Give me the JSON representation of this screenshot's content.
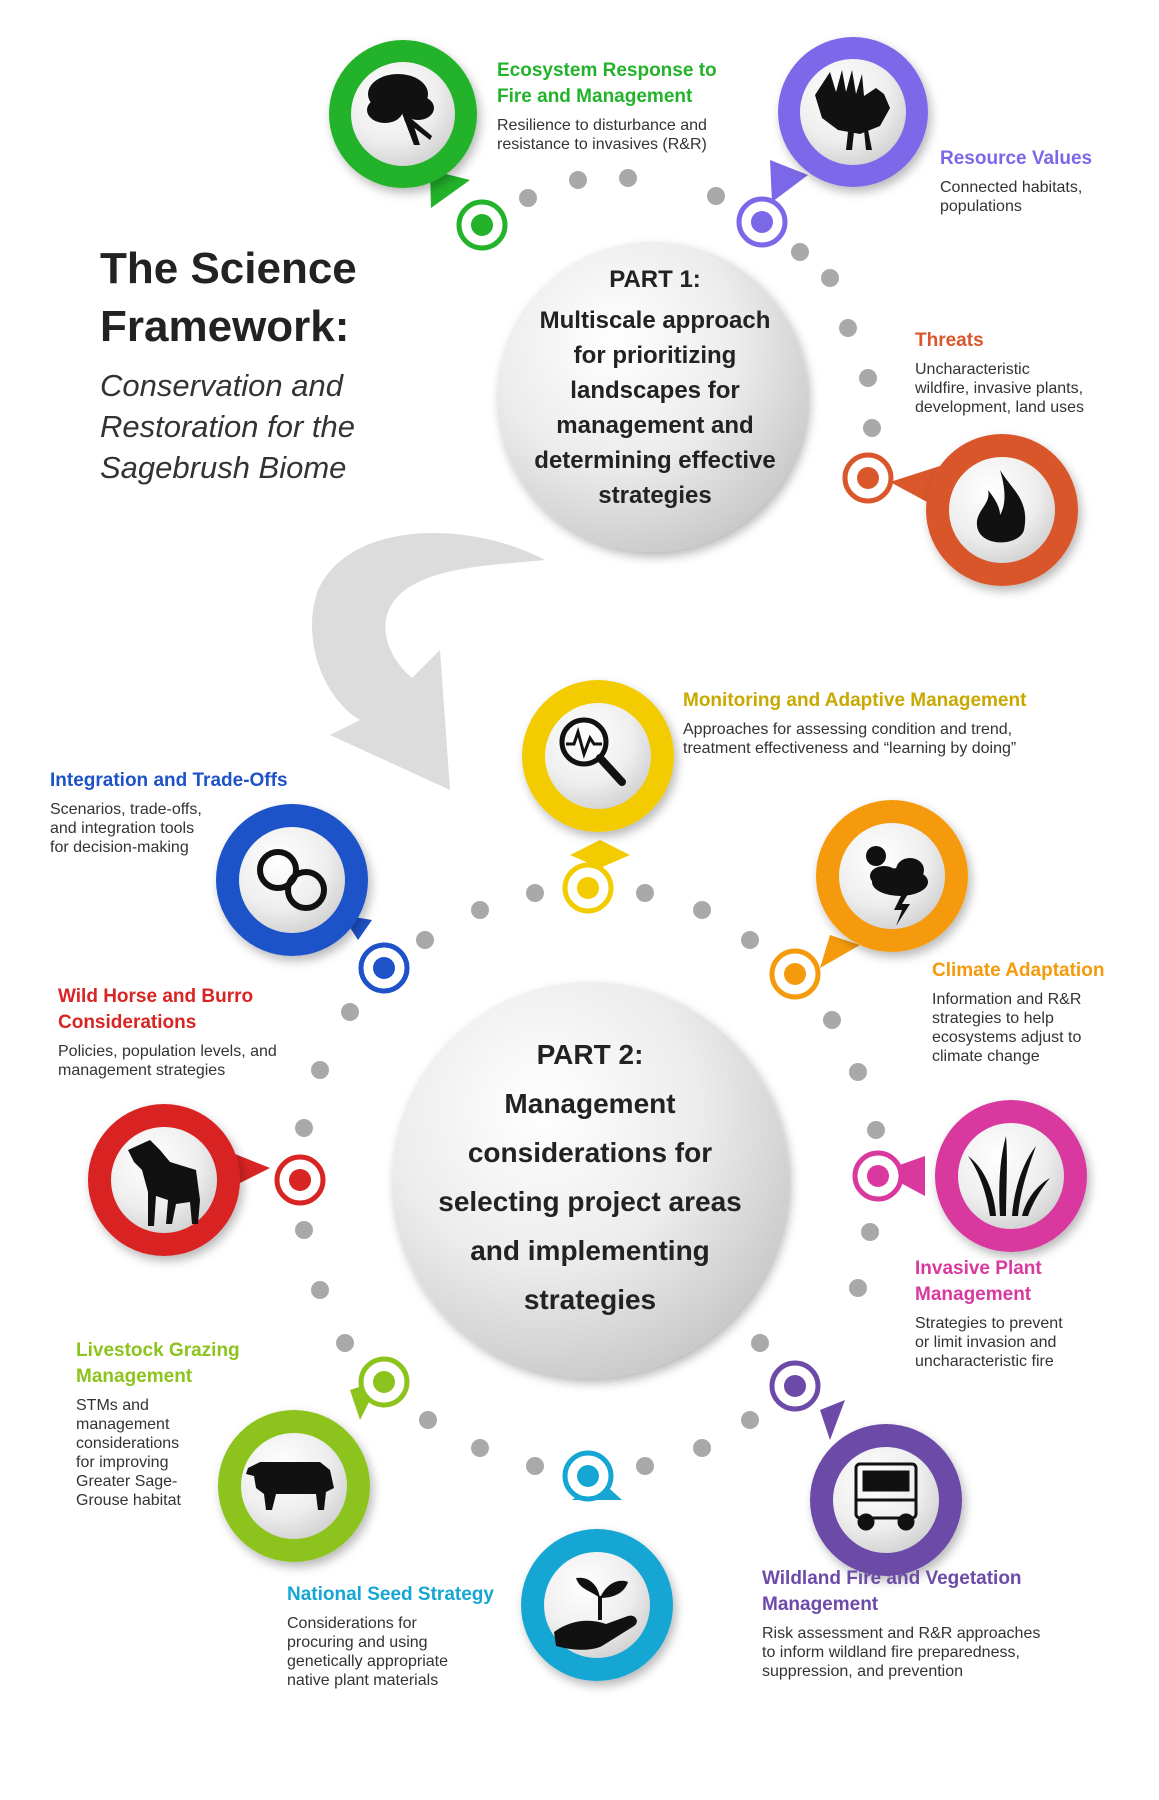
{
  "title": {
    "line1": "The Science",
    "line2": "Framework:",
    "sub1": "Conservation and",
    "sub2": "Restoration for the",
    "sub3": "Sagebrush Biome"
  },
  "part1": {
    "label": "PART 1:",
    "lines": [
      "Multiscale approach",
      "for prioritizing",
      "landscapes for",
      "management and",
      "determining effective",
      "strategies"
    ]
  },
  "part2": {
    "label": "PART 2:",
    "lines": [
      "Management",
      "considerations for",
      "selecting project areas",
      "and implementing",
      "strategies"
    ]
  },
  "topics": {
    "ecosystem": {
      "h1": "Ecosystem Response to",
      "h2": "Fire and Management",
      "d1": "Resilience to disturbance and",
      "d2": "resistance to invasives (R&R)",
      "color": "#22b32a",
      "icon": "tree-icon"
    },
    "resource": {
      "h1": "Resource Values",
      "d1": "Connected habitats,",
      "d2": "populations",
      "color": "#7b68e8",
      "icon": "sage-grouse-icon"
    },
    "threats": {
      "h1": "Threats",
      "d1": "Uncharacteristic",
      "d2": "wildfire, invasive plants,",
      "d3": "development, land uses",
      "color": "#d9572b",
      "icon": "flame-icon"
    },
    "monitoring": {
      "h1": "Monitoring and Adaptive Management",
      "d1": "Approaches for assessing condition and trend,",
      "d2": "treatment effectiveness and “learning by doing”",
      "color": "#f2cc00",
      "icon": "magnifier-icon"
    },
    "integration": {
      "h1": "Integration and Trade-Offs",
      "d1": "Scenarios, trade-offs,",
      "d2": "and integration tools",
      "d3": "for decision-making",
      "color": "#1e52c8",
      "icon": "cycle-icon"
    },
    "climate": {
      "h1": "Climate Adaptation",
      "d1": "Information and R&R",
      "d2": "strategies to help",
      "d3": "ecosystems adjust to",
      "d4": "climate change",
      "color": "#f59a0c",
      "icon": "storm-cloud-icon"
    },
    "horse": {
      "h1": "Wild Horse and Burro",
      "h2": "Considerations",
      "d1": "Policies, population levels, and",
      "d2": "management strategies",
      "color": "#d92424",
      "icon": "horse-icon"
    },
    "invasive": {
      "h1": "Invasive Plant",
      "h2": "Management",
      "d1": "Strategies to prevent",
      "d2": "or  limit invasion and",
      "d3": "uncharacteristic fire",
      "color": "#d9399f",
      "icon": "grass-icon"
    },
    "livestock": {
      "h1": "Livestock Grazing",
      "h2": "Management",
      "d1": "STMs and",
      "d2": "management",
      "d3": "considerations",
      "d4": "for improving",
      "d5": "Greater Sage-",
      "d6": "Grouse habitat",
      "color": "#8cc31d",
      "icon": "cow-icon"
    },
    "wildland": {
      "h1": "Wildland Fire and Vegetation",
      "h2": "Management",
      "d1": "Risk assessment and R&R approaches",
      "d2": "to inform wildland fire preparedness,",
      "d3": "suppression, and prevention",
      "color": "#6c4ba8",
      "icon": "fire-truck-icon"
    },
    "seed": {
      "h1": "National Seed Strategy",
      "d1": "Considerations for",
      "d2": "procuring and using",
      "d3": "genetically appropriate",
      "d4": "native plant materials",
      "color": "#15a6d4",
      "icon": "seedling-hand-icon"
    }
  }
}
